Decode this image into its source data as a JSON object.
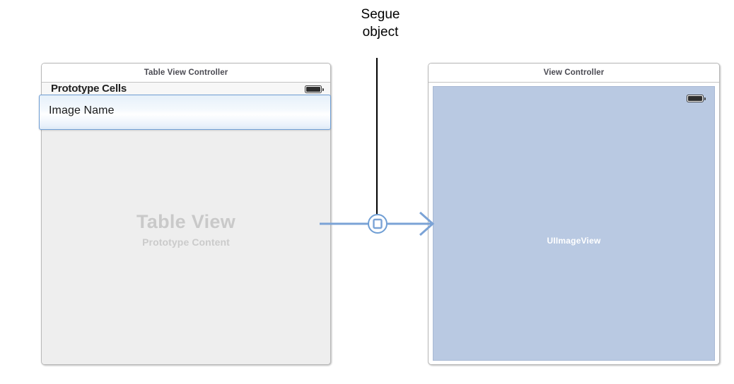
{
  "diagram": {
    "callout": {
      "label": "Segue\nobject",
      "line_color": "#000000"
    },
    "segue": {
      "icon_name": "segue-object-icon",
      "accent_color": "#6f9ed4",
      "arrow_direction": "right"
    }
  },
  "scenes": [
    {
      "id": "table-view-controller",
      "title": "Table View Controller",
      "status_bar": {
        "prototype_header": "Prototype Cells",
        "battery_icon": "battery-icon"
      },
      "prototype_cell": {
        "label": "Image Name",
        "selected": true,
        "border_color": "#6f9ed4"
      },
      "placeholder": {
        "title": "Table View",
        "subtitle": "Prototype Content",
        "background": "#eeeeee",
        "text_color": "#c9c9c9"
      }
    },
    {
      "id": "view-controller",
      "title": "View Controller",
      "status_bar": {
        "battery_icon": "battery-icon"
      },
      "image_view": {
        "label": "UIImageView",
        "fill_color": "#b9c9e2",
        "text_color": "#ffffff"
      }
    }
  ]
}
